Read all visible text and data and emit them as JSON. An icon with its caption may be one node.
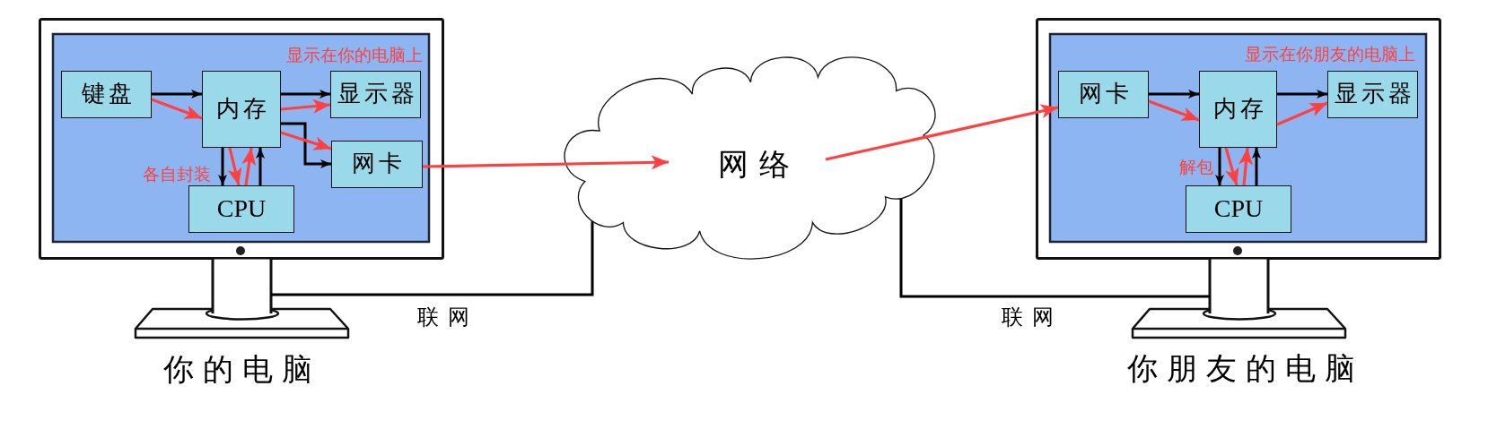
{
  "diagram": {
    "nodes": [
      {
        "text": [
          "你的电脑"
        ]
      },
      {
        "text": [
          "键盘"
        ],
        "in": 0
      },
      {
        "text": [
          "内存"
        ],
        "in": 0
      },
      {
        "text": [
          "显示器"
        ],
        "in": 0
      },
      {
        "text": [
          "网卡"
        ],
        "in": 0
      },
      {
        "text": [
          "CPU"
        ],
        "in": 0
      },
      {
        "text": [
          "网络"
        ]
      },
      {
        "text": [
          "你朋友的电脑"
        ]
      },
      {
        "text": [
          "网卡"
        ],
        "in": 7
      },
      {
        "text": [
          "内存"
        ],
        "in": 7
      },
      {
        "text": [
          "显示器"
        ],
        "in": 7
      },
      {
        "text": [
          "CPU"
        ],
        "in": 7
      }
    ],
    "edges": [
      {
        "from": 1,
        "to": 2,
        "arrow": "to"
      },
      {
        "from": 2,
        "to": 3,
        "arrow": "to"
      },
      {
        "from": 2,
        "to": 4,
        "arrow": "to"
      },
      {
        "from": 2,
        "to": 5,
        "arrow": "to"
      },
      {
        "from": 5,
        "to": 2,
        "arrow": "to"
      },
      {
        "from": 1,
        "to": 2,
        "arrow": "to",
        "color": "#ff4040"
      },
      {
        "from": 2,
        "to": 3,
        "arrow": "to",
        "color": "#ff4040"
      },
      {
        "from": 2,
        "to": 4,
        "arrow": "to",
        "color": "#ff4040"
      },
      {
        "from": 2,
        "to": 5,
        "arrow": "to",
        "color": "#ff4040"
      },
      {
        "from": 5,
        "to": 2,
        "arrow": "to",
        "color": "#ff4040"
      },
      {
        "from": 4,
        "to": 6,
        "arrow": "to",
        "color": "#ff4040"
      },
      {
        "from": 0,
        "to": 6,
        "arrow": "none",
        "label": "联网"
      },
      {
        "from": 6,
        "to": 7,
        "arrow": "none",
        "label": "联网"
      },
      {
        "from": 6,
        "to": 8,
        "arrow": "to",
        "color": "#ff4040"
      },
      {
        "from": 8,
        "to": 9,
        "arrow": "to"
      },
      {
        "from": 9,
        "to": 10,
        "arrow": "to"
      },
      {
        "from": 9,
        "to": 11,
        "arrow": "to"
      },
      {
        "from": 11,
        "to": 9,
        "arrow": "to"
      },
      {
        "from": 8,
        "to": 9,
        "arrow": "to",
        "color": "#ff4040"
      },
      {
        "from": 9,
        "to": 10,
        "arrow": "to",
        "color": "#ff4040"
      },
      {
        "from": 9,
        "to": 11,
        "arrow": "to",
        "color": "#ff4040"
      },
      {
        "from": 11,
        "to": 9,
        "arrow": "to",
        "color": "#ff4040"
      }
    ],
    "labels": [
      "显示在你的电脑上",
      "各自封装",
      "显示在你朋友的电脑上",
      "解包"
    ]
  }
}
